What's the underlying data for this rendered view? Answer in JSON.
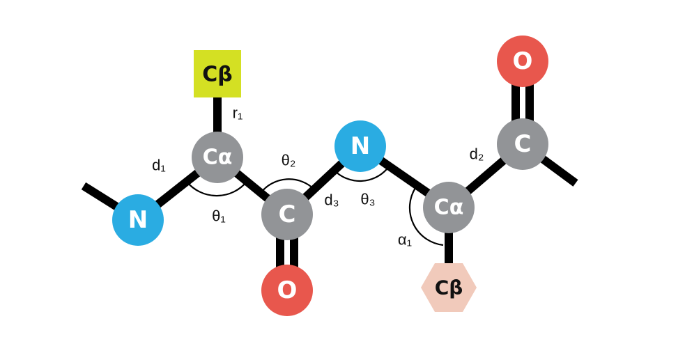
{
  "colors": {
    "nitrogen": "#2aace2",
    "carbon": "#929497",
    "oxygen": "#e8574d",
    "cbeta_square": "#d4e023",
    "cbeta_hexagon": "#f1cabb",
    "bond": "#000000"
  },
  "atoms": {
    "n1": "N",
    "ca1": "Cα",
    "c1": "C",
    "o1": "O",
    "n2": "N",
    "ca2": "Cα",
    "c2": "C",
    "o2": "O",
    "cb1": "Cβ",
    "cb2": "Cβ"
  },
  "labels": {
    "d1": "d₁",
    "r1": "r₁",
    "theta1": "θ₁",
    "theta2": "θ₂",
    "d3": "d₃",
    "theta3": "θ₃",
    "d2": "d₂",
    "alpha1": "α₁"
  }
}
